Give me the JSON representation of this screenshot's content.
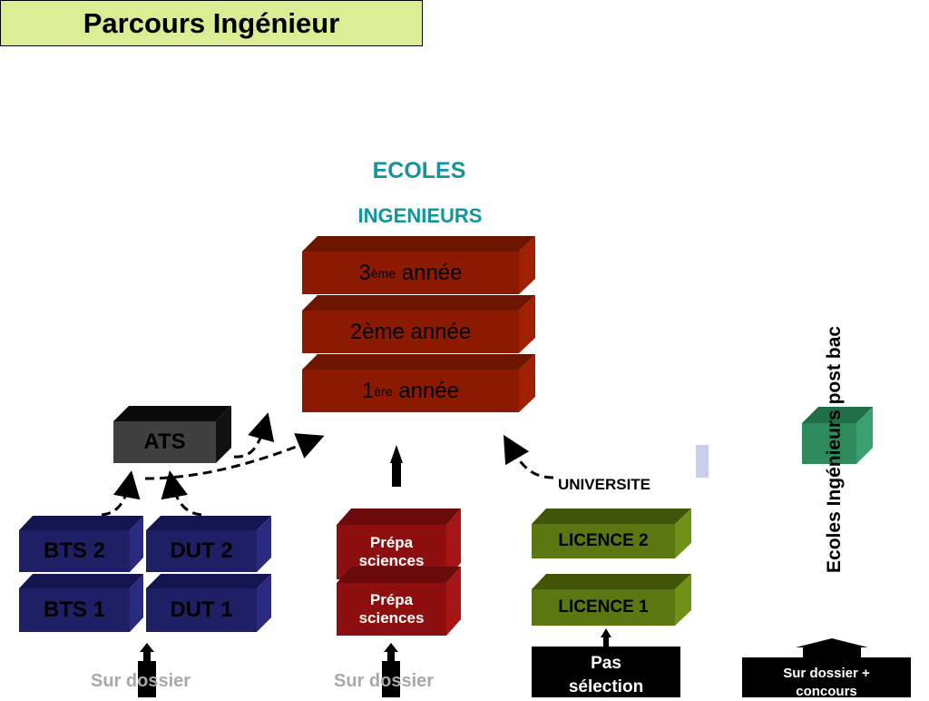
{
  "title": "Parcours Ingénieur",
  "header": {
    "line1": "ECOLES",
    "line2": "INGENIEURS"
  },
  "ecole": {
    "year3": {
      "num": "3",
      "sup": "ème",
      "rest": " année"
    },
    "year2": "2ème année",
    "year1": {
      "num": "1",
      "sup": "ère",
      "rest": " année"
    }
  },
  "ats": "ATS",
  "bts2": "BTS 2",
  "bts1": "BTS 1",
  "dut2": "DUT 2",
  "dut1": "DUT 1",
  "prepa": {
    "line1": "Prépa",
    "line2": "sciences"
  },
  "universite": "UNIVERSITE",
  "licence2": "LICENCE 2",
  "licence1": "LICENCE 1",
  "postbac": "Ecoles Ingénieurs post bac",
  "footer": {
    "sur_dossier_1": "Sur dossier",
    "sur_dossier_2": "Sur dossier",
    "pas_selection": {
      "line1": "Pas",
      "line2": "sélection"
    },
    "sur_dossier_concours": {
      "line1": "Sur dossier +",
      "line2": "concours"
    }
  },
  "colors": {
    "title_bg": "#d9ed94",
    "teal": "#15949e",
    "ecole_red": "#8b1a00",
    "ats_gray": "#404040",
    "navy": "#1f1f66",
    "prepa_red": "#8e0f0f",
    "licence_green": "#5b7712",
    "postbac_green": "#2e8b5e"
  }
}
